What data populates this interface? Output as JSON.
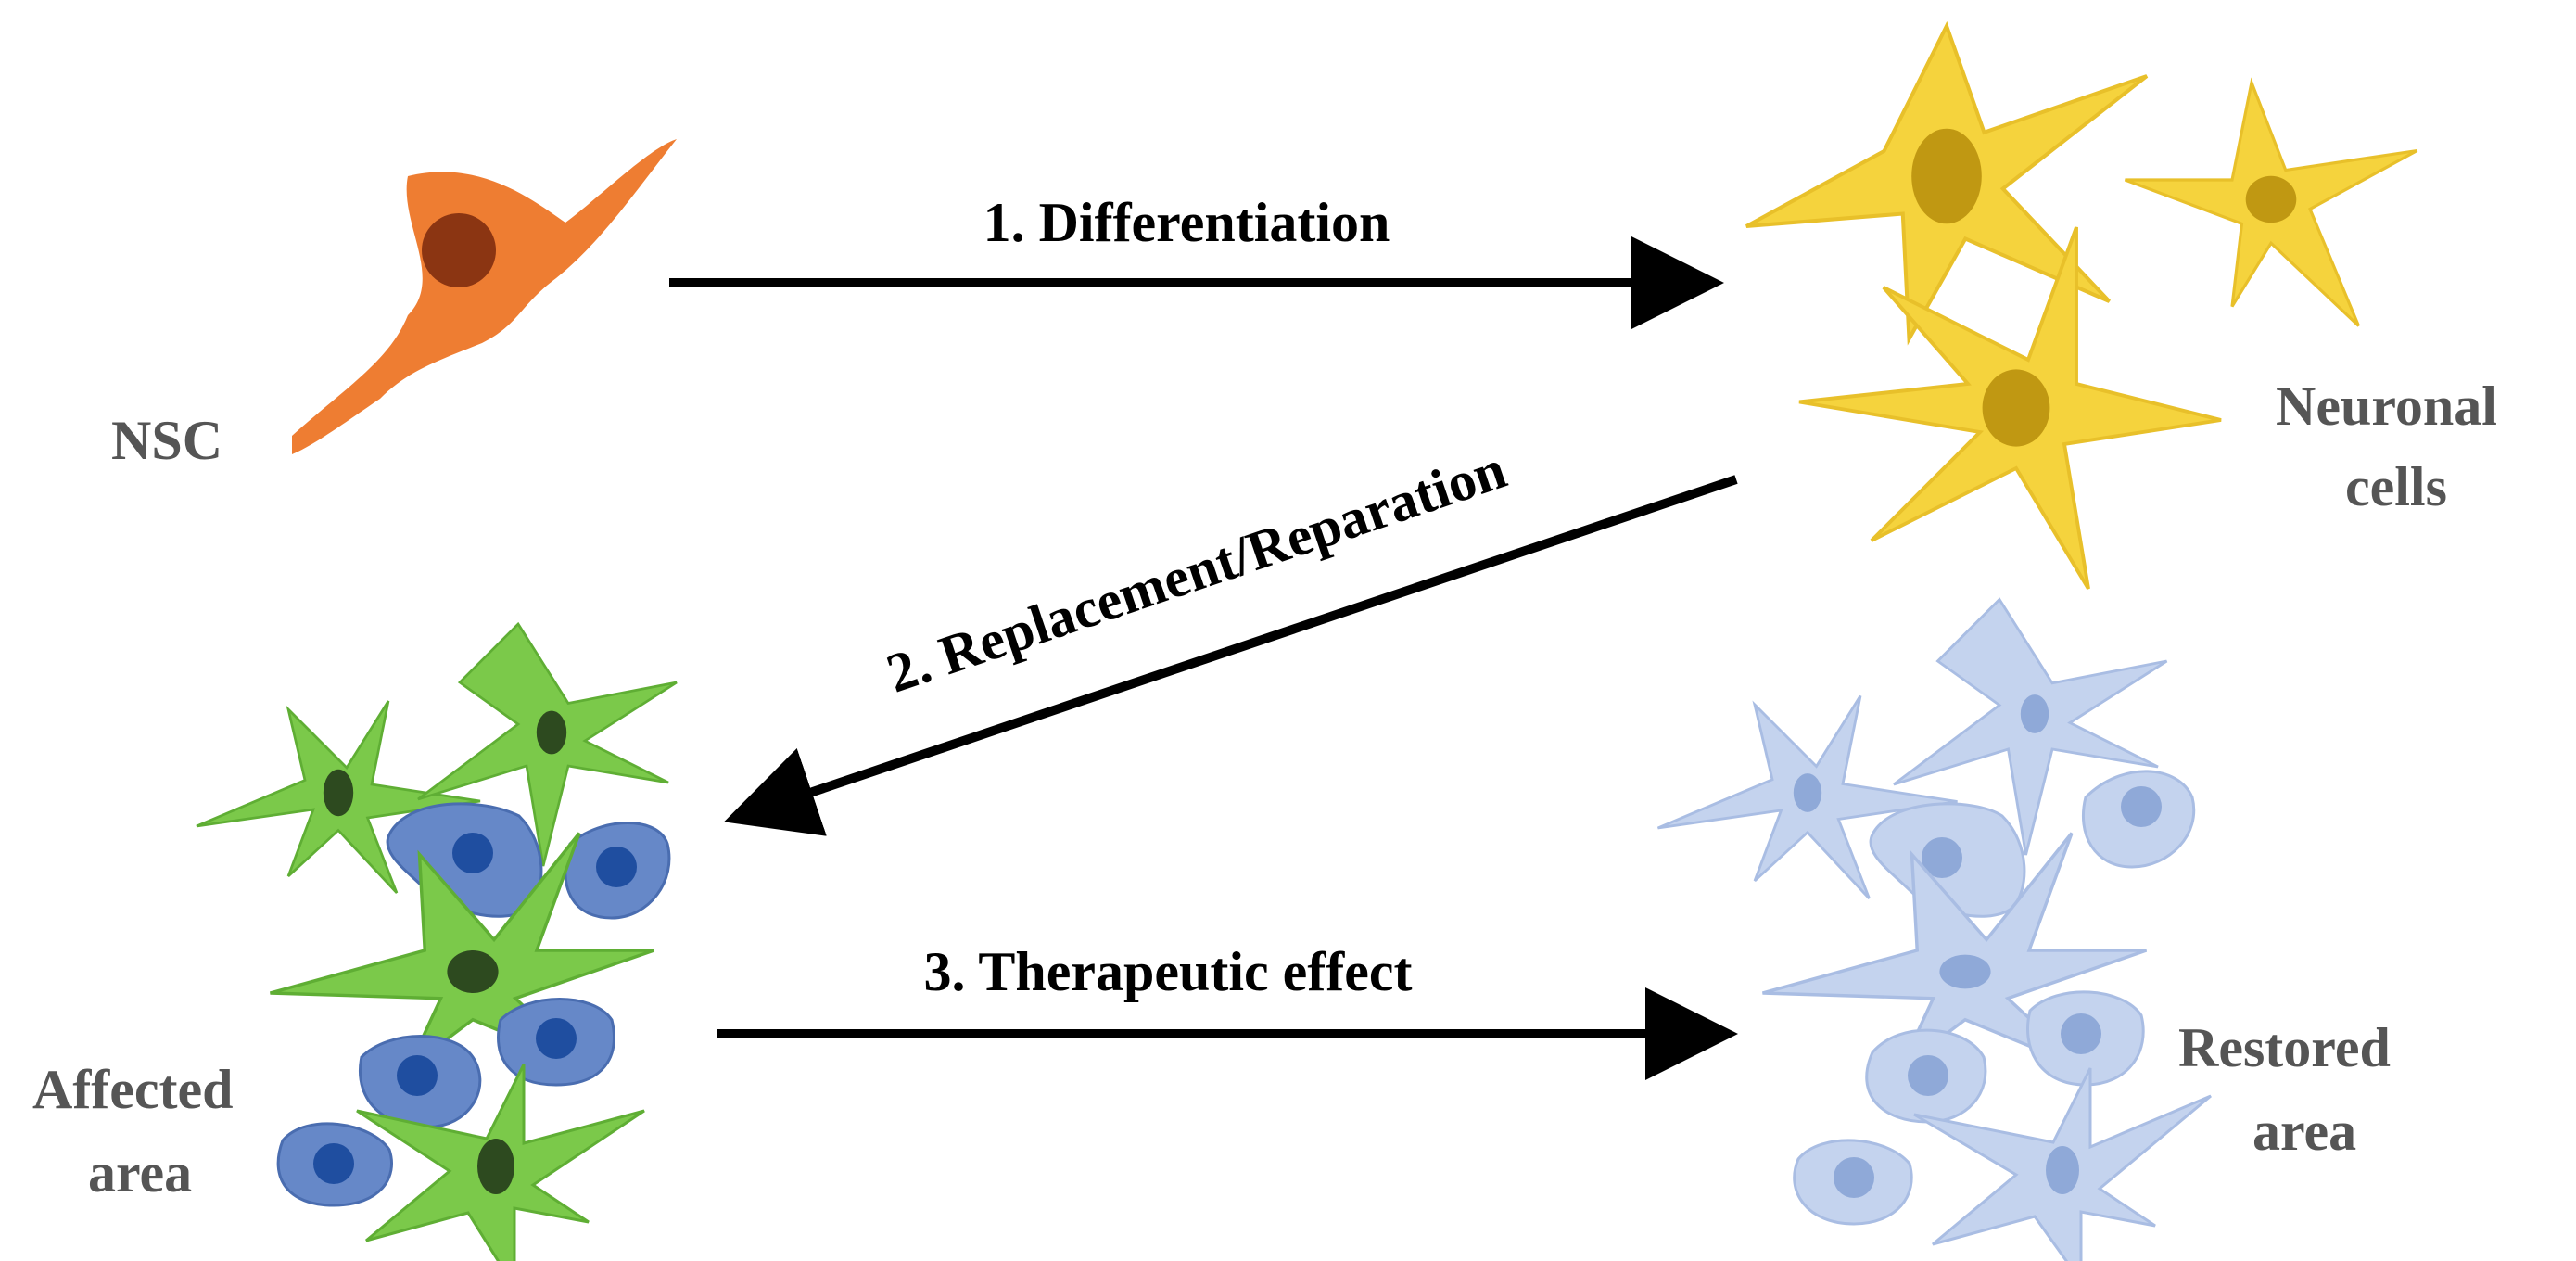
{
  "nodes": {
    "nsc": {
      "label": "NSC",
      "color": "#ee7d32",
      "nucleus_color": "#8b3512"
    },
    "neuronal_cells": {
      "label_lines": [
        "Neuronal",
        "cells"
      ],
      "color": "#f5d33d",
      "nucleus_color": "#c09812"
    },
    "affected_area": {
      "label_lines": [
        "Affected",
        "area"
      ],
      "neuron_color": "#7bc94a",
      "neuron_nucleus_color": "#2d4a1f",
      "cell_color": "#6688c8",
      "cell_nucleus_color": "#1f4ea0"
    },
    "restored_area": {
      "label_lines": [
        "Restored",
        "area"
      ],
      "color": "#c4d3ee",
      "nucleus_color": "#8fa9d8"
    }
  },
  "steps": [
    {
      "label": "1. Differentiation"
    },
    {
      "label": "2. Replacement/Reparation"
    },
    {
      "label": "3. Therapeutic effect"
    }
  ]
}
